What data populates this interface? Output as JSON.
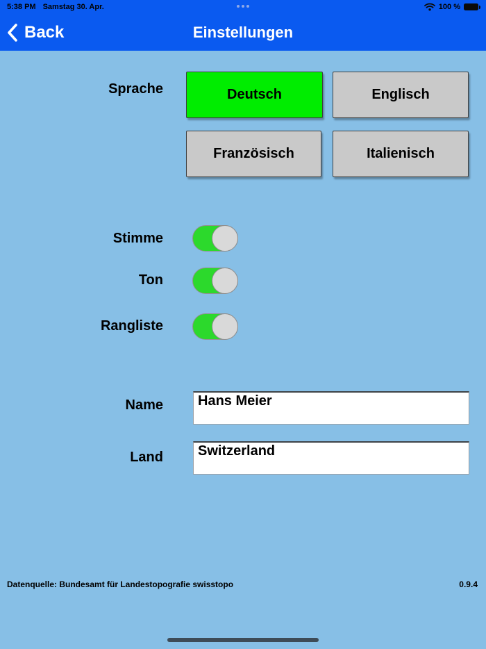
{
  "status_bar": {
    "time": "5:38 PM",
    "date": "Samstag 30. Apr.",
    "battery_level": "100 %"
  },
  "nav_bar": {
    "back_label": "Back",
    "title": "Einstellungen"
  },
  "language_section": {
    "label": "Sprache",
    "options": [
      {
        "label": "Deutsch",
        "selected": true
      },
      {
        "label": "Englisch",
        "selected": false
      },
      {
        "label": "Französisch",
        "selected": false
      },
      {
        "label": "Italienisch",
        "selected": false
      }
    ]
  },
  "toggles": [
    {
      "label": "Stimme",
      "on": true
    },
    {
      "label": "Ton",
      "on": true
    },
    {
      "label": "Rangliste",
      "on": true
    }
  ],
  "fields": [
    {
      "label": "Name",
      "value": "Hans Meier"
    },
    {
      "label": "Land",
      "value": "Switzerland"
    }
  ],
  "footer": {
    "source": "Datenquelle: Bundesamt für Landestopografie swisstopo",
    "version": "0.9.4"
  },
  "icons": {
    "back_chevron": "chevron-left",
    "wifi": "wifi",
    "battery": "battery-full",
    "multitask_dots": "three-dots"
  },
  "colors": {
    "nav_blue": "#0a5af0",
    "background": "#87bfe6",
    "selected_green": "#00ed00",
    "button_gray": "#c9c9c9",
    "toggle_green": "#2cd92c",
    "home_indicator": "#3d4b57"
  }
}
